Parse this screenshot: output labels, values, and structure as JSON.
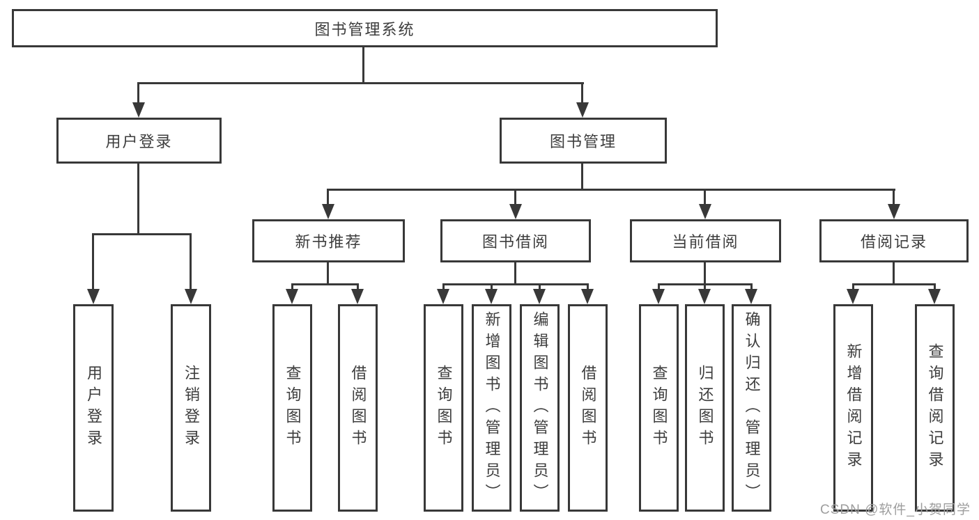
{
  "diagram": {
    "root": {
      "label": "图书管理系统"
    },
    "children": [
      {
        "label": "用户登录",
        "children": [
          {
            "label": "用户登录"
          },
          {
            "label": "注销登录"
          }
        ]
      },
      {
        "label": "图书管理",
        "children": [
          {
            "label": "新书推荐",
            "children": [
              {
                "label": "查询图书"
              },
              {
                "label": "借阅图书"
              }
            ]
          },
          {
            "label": "图书借阅",
            "children": [
              {
                "label": "查询图书"
              },
              {
                "label": "新增图书（管理员）"
              },
              {
                "label": "编辑图书（管理员）"
              },
              {
                "label": "借阅图书"
              }
            ]
          },
          {
            "label": "当前借阅",
            "children": [
              {
                "label": "查询图书"
              },
              {
                "label": "归还图书"
              },
              {
                "label": "确认归还（管理员）"
              }
            ]
          },
          {
            "label": "借阅记录",
            "children": [
              {
                "label": "新增借阅记录"
              },
              {
                "label": "查询借阅记录"
              }
            ]
          }
        ]
      }
    ]
  },
  "watermark": {
    "text": "CSDN @软件_小贺同学"
  },
  "colors": {
    "line": "#383838",
    "text": "#3d3d3d",
    "background": "#ffffff",
    "watermark": "#9e9e9e"
  }
}
